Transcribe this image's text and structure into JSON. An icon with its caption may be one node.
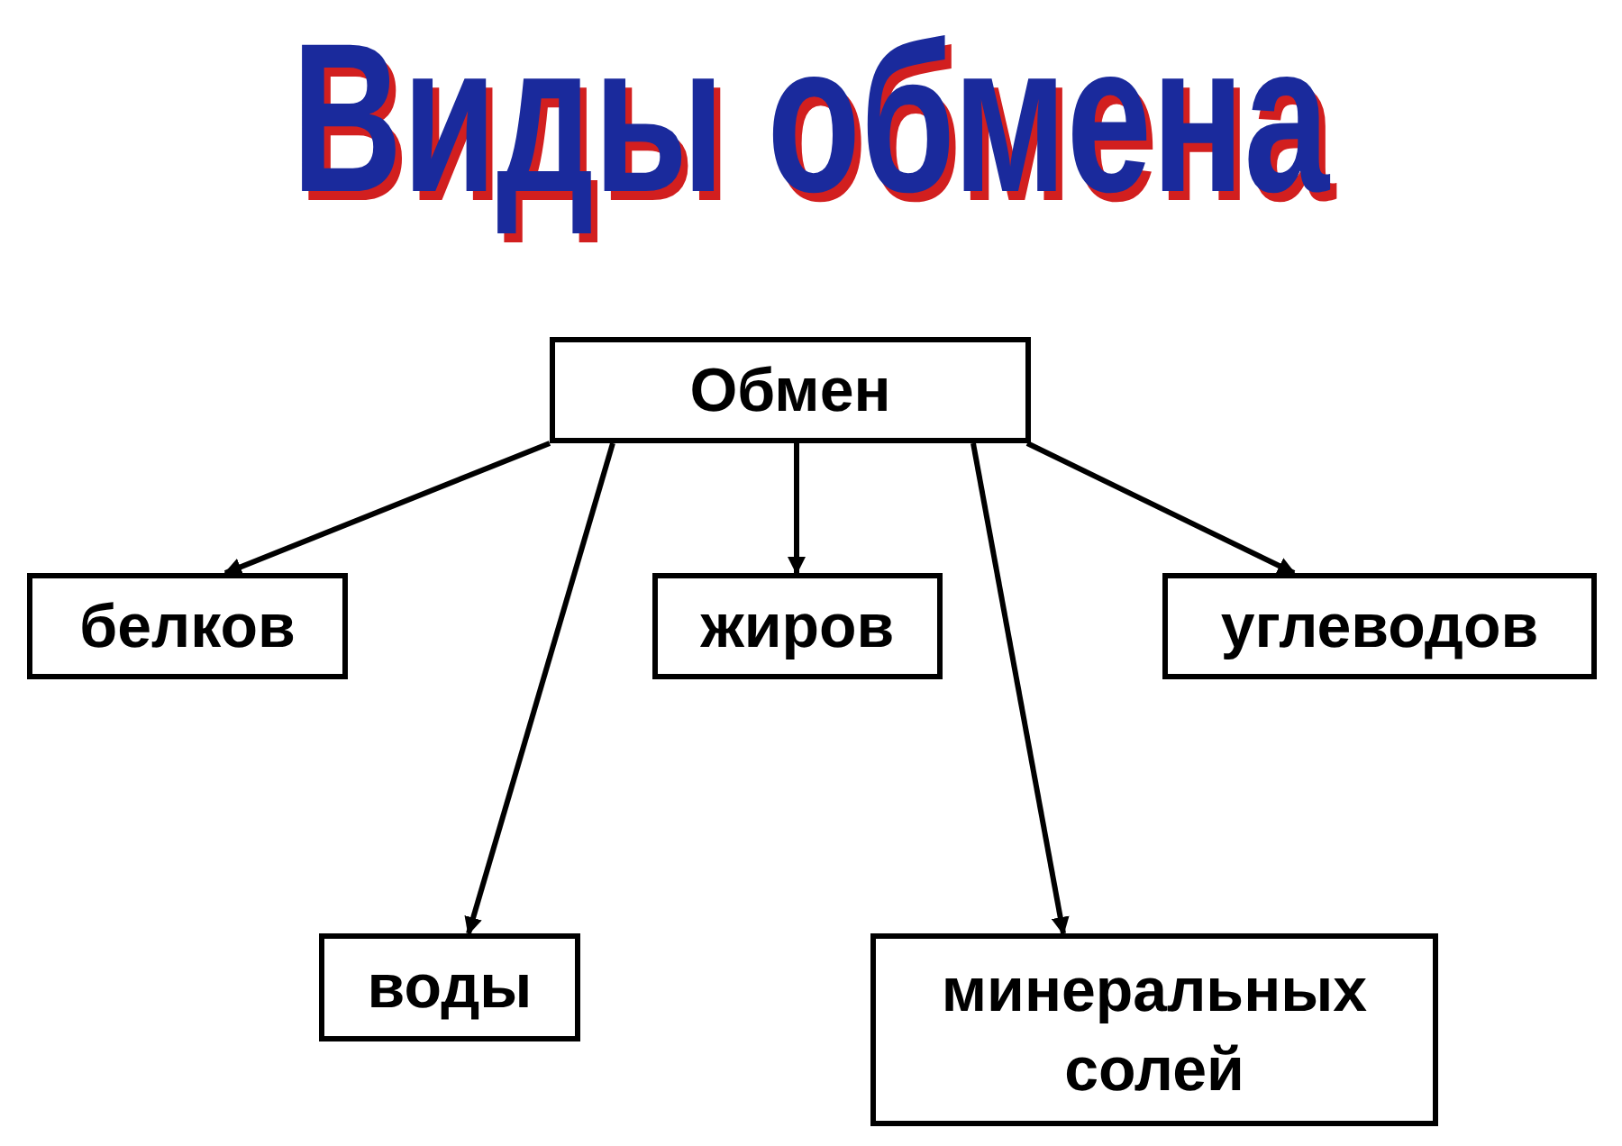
{
  "diagram": {
    "title": "Виды обмена",
    "nodes": [
      {
        "text": [
          "Обмен"
        ]
      },
      {
        "text": [
          "белков"
        ]
      },
      {
        "text": [
          "жиров"
        ]
      },
      {
        "text": [
          "углеводов"
        ]
      },
      {
        "text": [
          "воды"
        ]
      },
      {
        "text": [
          "минеральных солей"
        ]
      }
    ],
    "edges": [
      {
        "from": 0,
        "to": 1,
        "arrow": "to"
      },
      {
        "from": 0,
        "to": 4,
        "arrow": "to"
      },
      {
        "from": 0,
        "to": 2,
        "arrow": "to"
      },
      {
        "from": 0,
        "to": 5,
        "arrow": "to"
      },
      {
        "from": 0,
        "to": 3,
        "arrow": "to"
      }
    ]
  }
}
